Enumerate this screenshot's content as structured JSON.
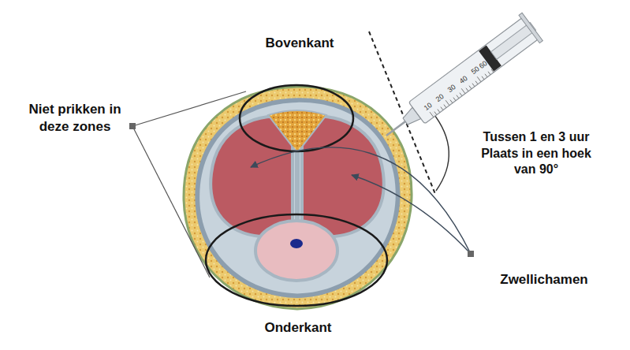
{
  "diagram": {
    "labels": [
      "Bovenkant",
      "Niet prikken in deze zones",
      "Tussen 1 en 3 uur Plaats in een hoek van 90°",
      "Zwellichamen",
      "Onderkant",
      "10",
      "20",
      "30",
      "40",
      "50",
      "60"
    ]
  }
}
